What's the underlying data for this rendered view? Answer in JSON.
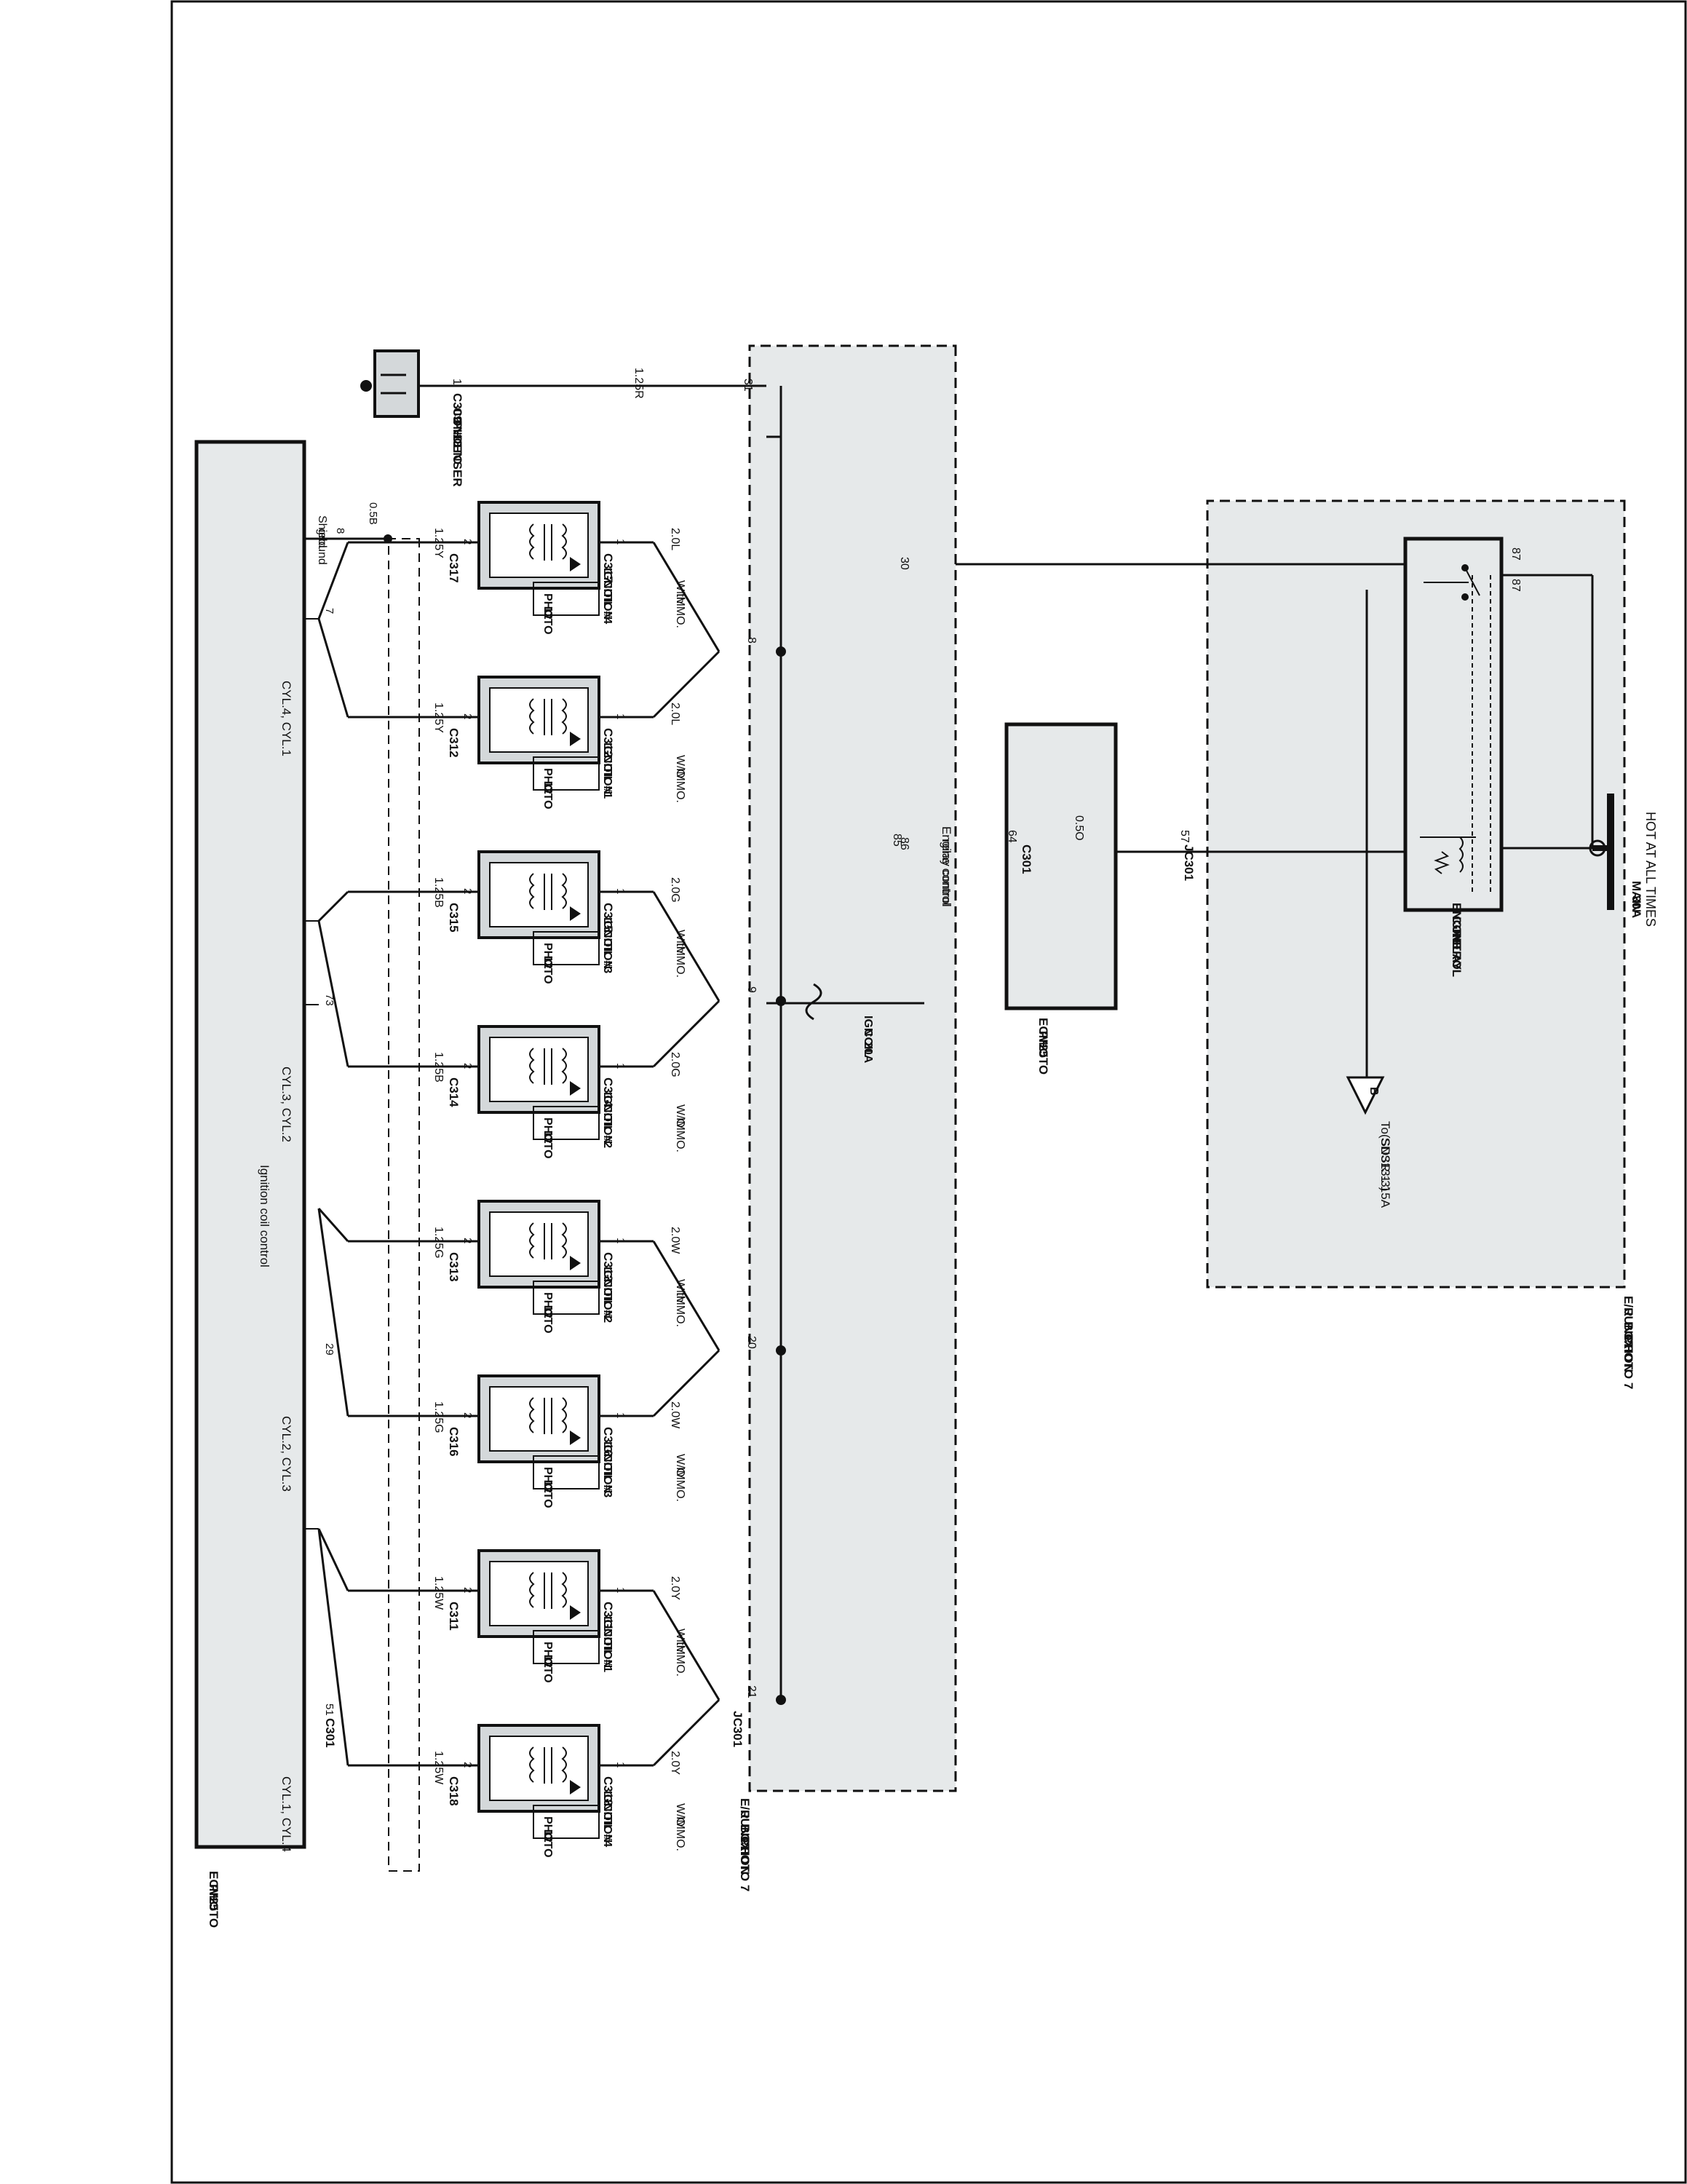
{
  "hot_at_all_times": "HOT AT ALL TIMES",
  "main_fuse": [
    "MAIN",
    "30A"
  ],
  "engine_control_relay": [
    "ENGINE",
    "CONTROL",
    "RELAY"
  ],
  "relay_pins": {
    "p87a": "87",
    "p87b": "87",
    "p30": "30",
    "p86": "86",
    "p85": "85"
  },
  "ground_ref": {
    "letter": "B",
    "text1": "To SNSR 1 15A",
    "text2": "(SD313-3)"
  },
  "er_junction_box_label": [
    "E/R",
    "JUNCTION",
    "BOX"
  ],
  "photo7": "PHOTO  7",
  "ecm_label": "ECM",
  "photo25": "PHOTO",
  "photo25_num": "25",
  "ecm_relay_control": [
    "Engine control",
    "relay control"
  ],
  "ecm_relay_pin": "64",
  "ecm_relay_conn": "C301",
  "relay_wire": "0.5O",
  "jc_pin": "57",
  "jc_conn": "JC301",
  "jc_conn_bottom": "JC301",
  "ign_fuse": [
    "IGN",
    "COIL",
    "20A"
  ],
  "condenser": {
    "pin": "1",
    "connector": "C309",
    "label": "CONDENSER",
    "photo": "PHOTO",
    "photo_num": "18",
    "wire": "1.25R",
    "jb_pin": "31"
  },
  "shield": {
    "label1": "Shield",
    "label2": "ground",
    "pin": "8",
    "wire": "0.5B"
  },
  "ecm_groups": [
    {
      "pin": "7",
      "label": "CYL.4, CYL.1"
    },
    {
      "pin": "73",
      "label": "CYL.3, CYL.2"
    },
    {
      "pin": "29",
      "label": "CYL.2, CYL.3"
    },
    {
      "pin": "51",
      "label": "CYL.1, CYL.4"
    }
  ],
  "ecm_bottom_conn": "C301",
  "ignition_coil_control": "Ignition coil control",
  "splice_pins": [
    "8",
    "9",
    "20",
    "21"
  ],
  "option_with": [
    "With",
    "IMMO."
  ],
  "option_without": [
    "W/O",
    "IMMO."
  ],
  "coil_photo": "PHOTO",
  "coil_photo_num": "12",
  "coils": [
    {
      "connector": "C317",
      "name": "IGNITION",
      "num": "COIL  #4",
      "power": "2.0L",
      "signal": "1.25Y",
      "pin1": "1",
      "pin2": "2"
    },
    {
      "connector": "C312",
      "name": "IGNITION",
      "num": "COIL  #1",
      "power": "2.0L",
      "signal": "1.25Y",
      "pin1": "1",
      "pin2": "2"
    },
    {
      "connector": "C315",
      "name": "IGNITION",
      "num": "COIL  #3",
      "power": "2.0G",
      "signal": "1.25B",
      "pin1": "1",
      "pin2": "2"
    },
    {
      "connector": "C314",
      "name": "IGNITION",
      "num": "COIL  #2",
      "power": "2.0G",
      "signal": "1.25B",
      "pin1": "1",
      "pin2": "2"
    },
    {
      "connector": "C313",
      "name": "IGNITION",
      "num": "COIL  #2",
      "power": "2.0W",
      "signal": "1.25G",
      "pin1": "1",
      "pin2": "2"
    },
    {
      "connector": "C316",
      "name": "IGNITION",
      "num": "COIL  #3",
      "power": "2.0W",
      "signal": "1.25G",
      "pin1": "1",
      "pin2": "2"
    },
    {
      "connector": "C311",
      "name": "IGNITION",
      "num": "COIL  #1",
      "power": "2.0Y",
      "signal": "1.25W",
      "pin1": "1",
      "pin2": "2"
    },
    {
      "connector": "C318",
      "name": "IGNITION",
      "num": "COIL  #4",
      "power": "2.0Y",
      "signal": "1.25W",
      "pin1": "1",
      "pin2": "2"
    }
  ],
  "wire_colors": {
    "box_fill": "#e6e9ea",
    "line": "#111111"
  }
}
